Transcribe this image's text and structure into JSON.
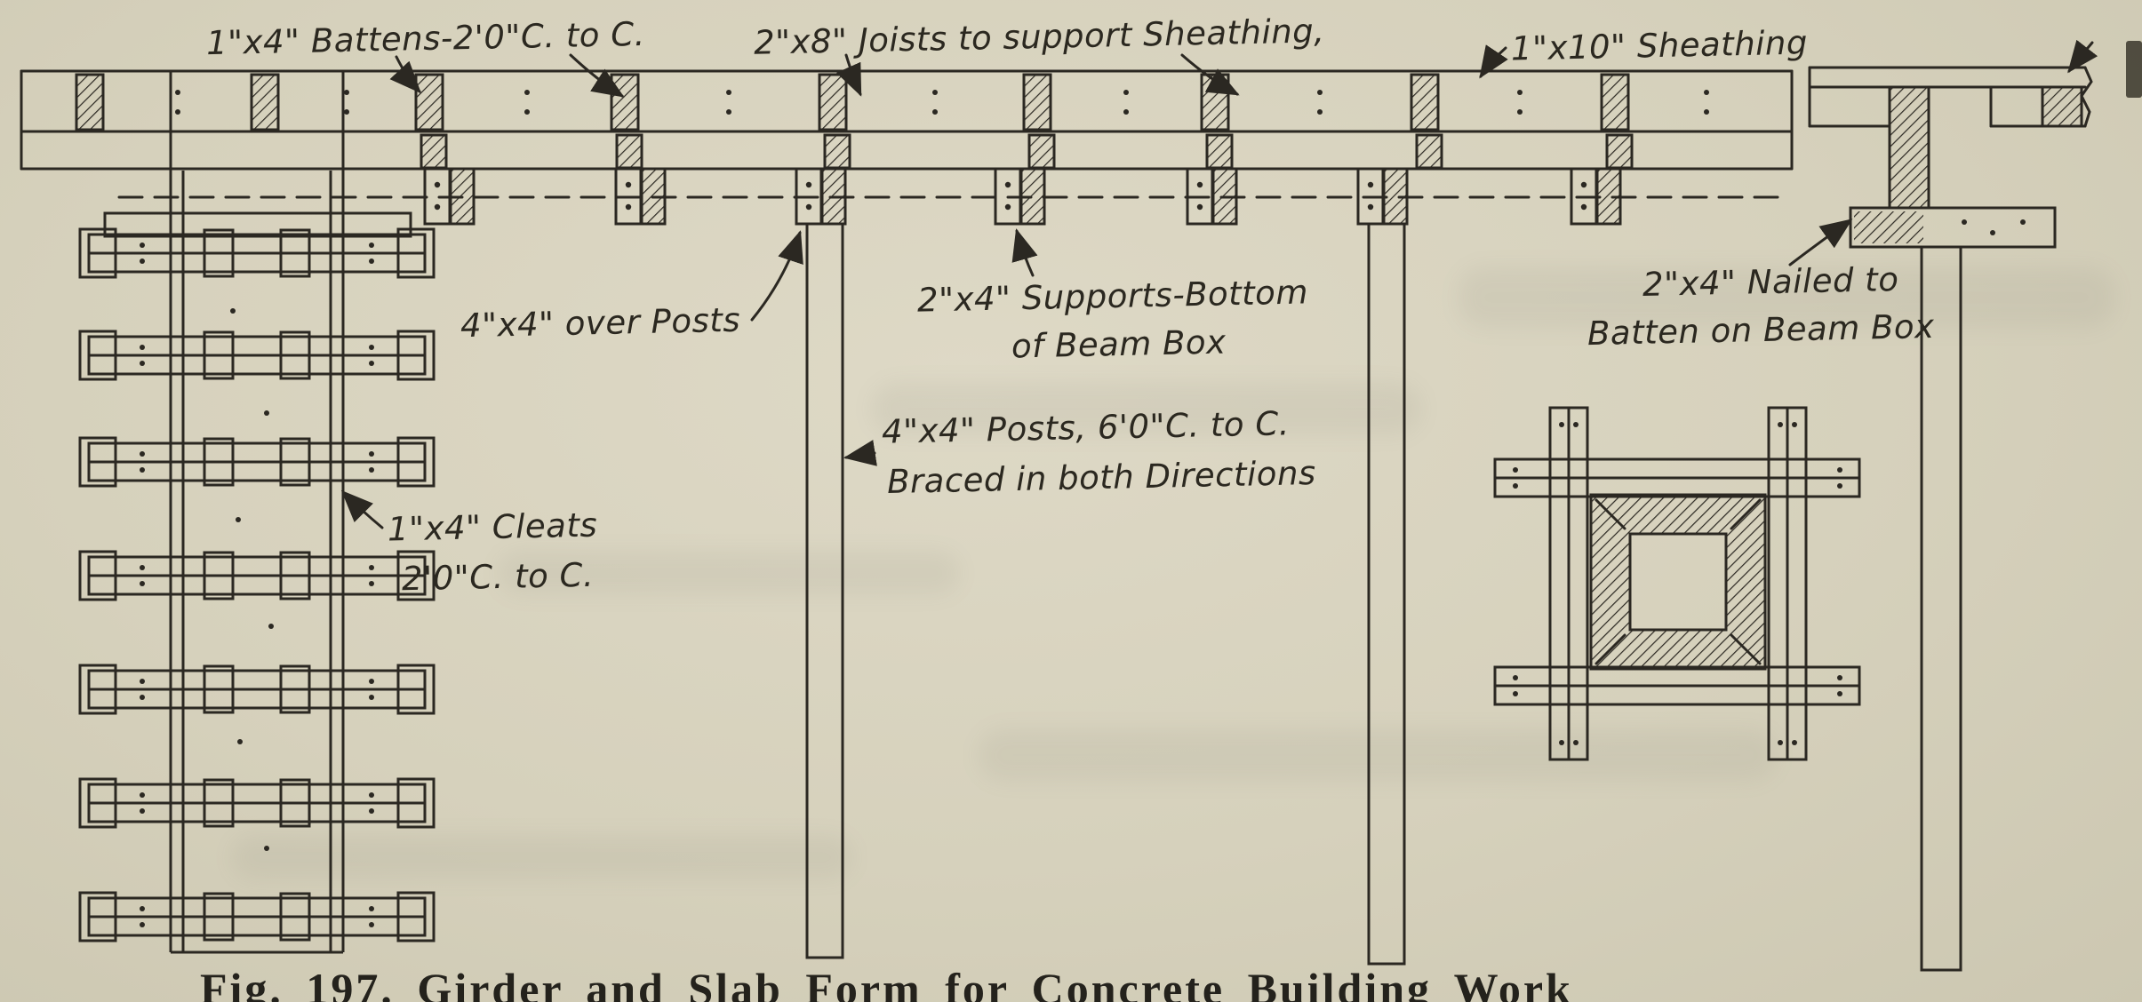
{
  "style": {
    "paper_color": "#d6d1bc",
    "ink_color": "#2b2822"
  },
  "figure": {
    "caption": "Fig. 197. Girder and Slab Form for Concrete Building Work",
    "labels": {
      "battens": "1\"x4\" Battens-2'0\"C. to C.",
      "joists": "2\"x8\" Joists to support Sheathing,",
      "sheathing": "1\"x10\" Sheathing",
      "over_posts": "4\"x4\" over Posts",
      "supports_line1": "2\"x4\" Supports-Bottom",
      "supports_line2": "of Beam Box",
      "nailed_line1": "2\"x4\" Nailed to",
      "nailed_line2": "Batten on Beam Box",
      "posts_line1": "4\"x4\" Posts, 6'0\"C. to C.",
      "posts_line2": "Braced in both Directions",
      "cleats_line1": "1\"x4\" Cleats",
      "cleats_line2": "2'0\"C. to C."
    }
  }
}
